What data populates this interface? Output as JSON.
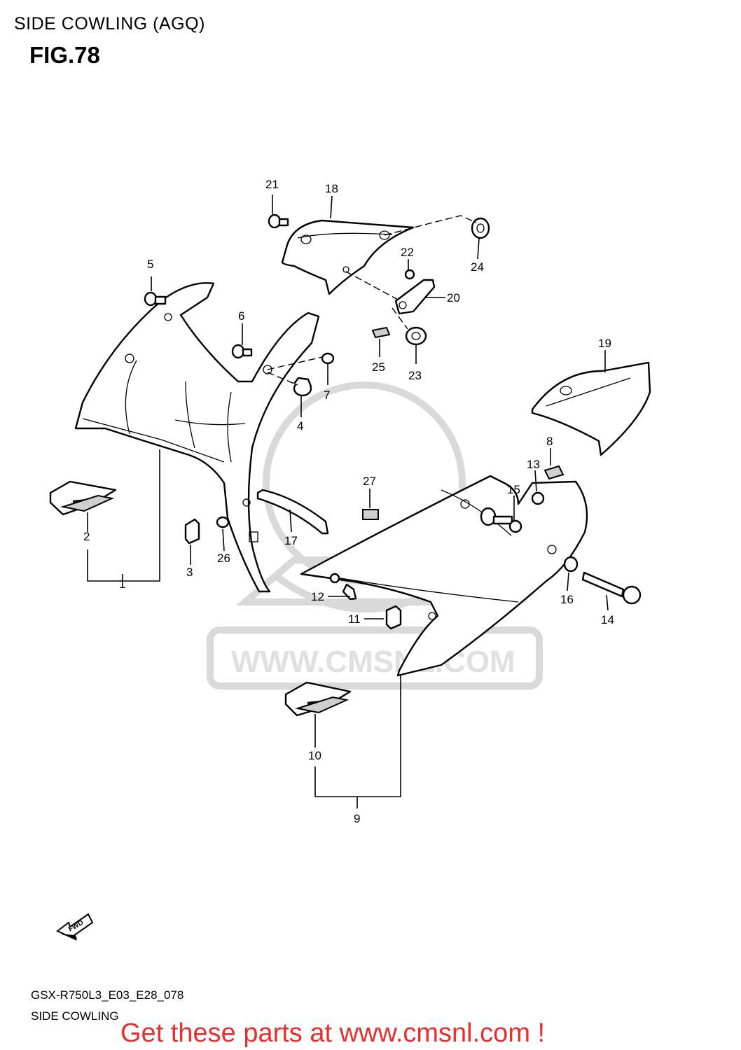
{
  "header": {
    "title": "SIDE COWLING (AGQ)",
    "fig_label": "FIG.78"
  },
  "watermark": {
    "text": "WWW.CMSNL.COM"
  },
  "callouts": [
    "1",
    "2",
    "3",
    "4",
    "5",
    "6",
    "7",
    "8",
    "9",
    "10",
    "11",
    "12",
    "13",
    "14",
    "15",
    "16",
    "17",
    "18",
    "19",
    "20",
    "21",
    "22",
    "23",
    "24",
    "25",
    "26",
    "27"
  ],
  "fwd_label": "FWD",
  "footer": {
    "model_code": "GSX-R750L3_E03_E28_078",
    "caption": "SIDE COWLING",
    "cta": "Get these parts at www.cmsnl.com !"
  },
  "colors": {
    "cta": "#e53030",
    "line": "#000000",
    "watermark": "#d9d9d9"
  }
}
